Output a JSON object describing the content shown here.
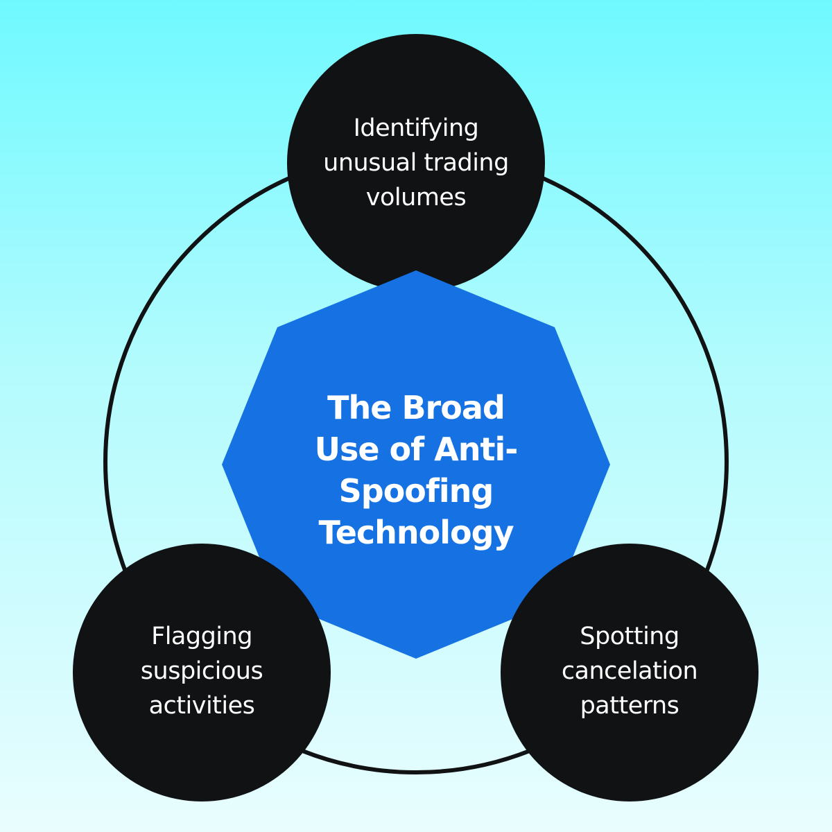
{
  "center": {
    "title": "The Broad\nUse of Anti-\nSpoofing\nTechnology"
  },
  "nodes": {
    "top": "Identifying\nunusual trading\nvolumes",
    "left": "Flagging\nsuspicious\nactivities",
    "right": "Spotting\ncancelation\npatterns"
  },
  "colors": {
    "background_top": "#6ff9ff",
    "background_bottom": "#e9fdfe",
    "center_shape": "#1672e3",
    "node_circle": "#111214",
    "ring": "#111214",
    "text": "#ffffff"
  }
}
